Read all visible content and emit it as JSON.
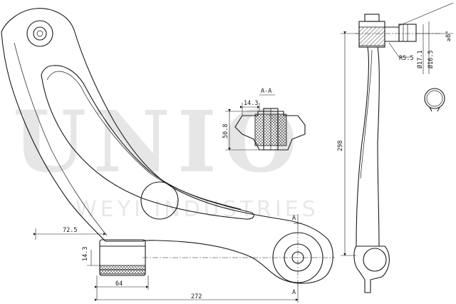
{
  "watermark": {
    "brand": "UNIO",
    "subtitle": "WEYI INDUSTRIES"
  },
  "section": {
    "label": "A-A"
  },
  "section_markers": {
    "top": "A",
    "bottom": "A"
  },
  "dimensions": {
    "bush_gap": "14.3",
    "bush_height": "50.8",
    "offset_left": "72.5",
    "bush_side": "14.3",
    "bush_width": "64",
    "total_length": "272",
    "height": "298",
    "stud_dia_1": "Ø17.1",
    "stud_dia_2": "Ø16.5",
    "ball_radius": "R5.5",
    "taper_angle": "≥8°"
  }
}
